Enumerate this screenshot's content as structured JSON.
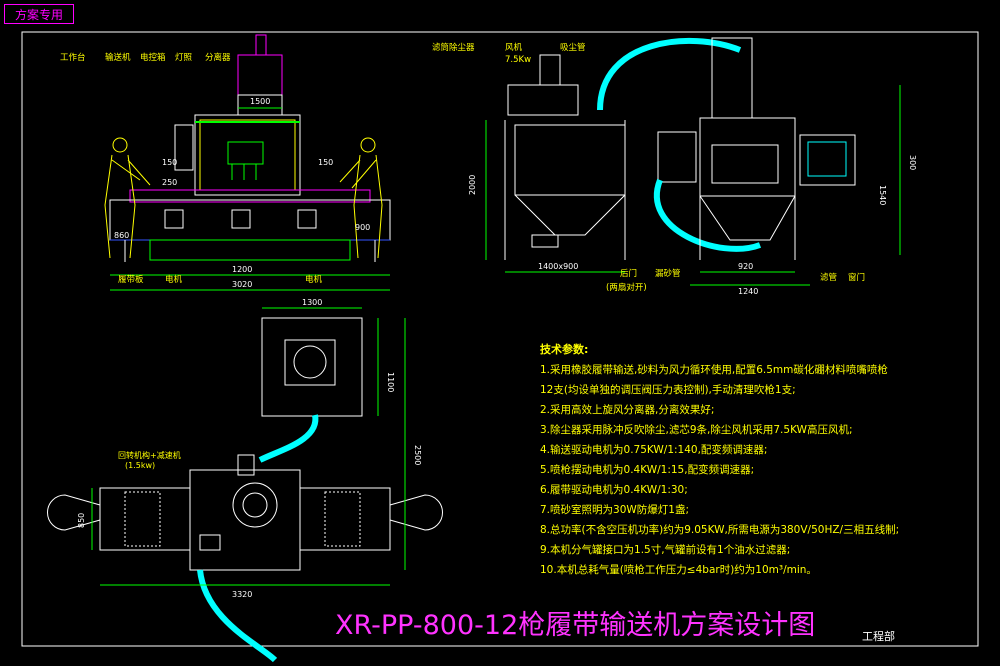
{
  "stamp": "方案专用",
  "title": "XR-PP-800-12枪履带输送机方案设计图",
  "dept": "工程部",
  "front_view": {
    "callouts": [
      "工作台",
      "输送机",
      "电控箱",
      "灯照",
      "分离器"
    ],
    "bottom_callouts": [
      "履带板",
      "电机",
      "电机"
    ],
    "dims": {
      "d1500": "1500",
      "d150a": "150",
      "d150b": "150",
      "d250": "250",
      "d860": "860",
      "d900": "900",
      "d1200": "1200",
      "d3020": "3020"
    }
  },
  "side_view": {
    "callouts": [
      "滤筒除尘器",
      "风机",
      "7.5Kw",
      "吸尘管"
    ],
    "bottom_callouts": [
      "后门",
      "(两扇对开)",
      "漏砂管",
      "滤管",
      "窗门"
    ],
    "dims": {
      "d2000": "2000",
      "d1400": "1400x900",
      "d300": "300",
      "d1540": "1540",
      "d920": "920",
      "d1240": "1240"
    }
  },
  "plan_view": {
    "label": "回转机构+减速机",
    "sublabel": "(1.5kw)",
    "dims": {
      "d1300": "1300",
      "d1100": "1100",
      "d2500": "2500",
      "d3320": "3320",
      "d850": "850"
    }
  },
  "notes": {
    "heading": "技术参数:",
    "lines": [
      "1.采用橡胶履带输送,砂料为风力循环使用,配置6.5mm碳化硼材料喷嘴喷枪",
      "12支(均设单独的调压阀压力表控制),手动清理吹枪1支;",
      "2.采用高效上旋风分离器,分离效果好;",
      "3.除尘器采用脉冲反吹除尘,滤芯9条,除尘风机采用7.5KW高压风机;",
      "4.输送驱动电机为0.75KW/1:140,配变频调速器;",
      "5.喷枪摆动电机为0.4KW/1:15,配变频调速器;",
      "6.履带驱动电机为0.4KW/1:30;",
      "7.喷砂室照明为30W防爆灯1盏;",
      "8.总功率(不含空压机功率)约为9.05KW,所需电源为380V/50HZ/三相五线制;",
      "9.本机分气罐接口为1.5寸,气罐前设有1个油水过滤器;",
      "10.本机总耗气量(喷枪工作压力≤4bar时)约为10m³/min。"
    ]
  },
  "colors": {
    "background": "#000000",
    "white": "#ffffff",
    "yellow": "#ffff00",
    "green": "#00ff00",
    "cyan": "#00ffff",
    "magenta": "#ff00ff",
    "blue": "#3355ff"
  }
}
